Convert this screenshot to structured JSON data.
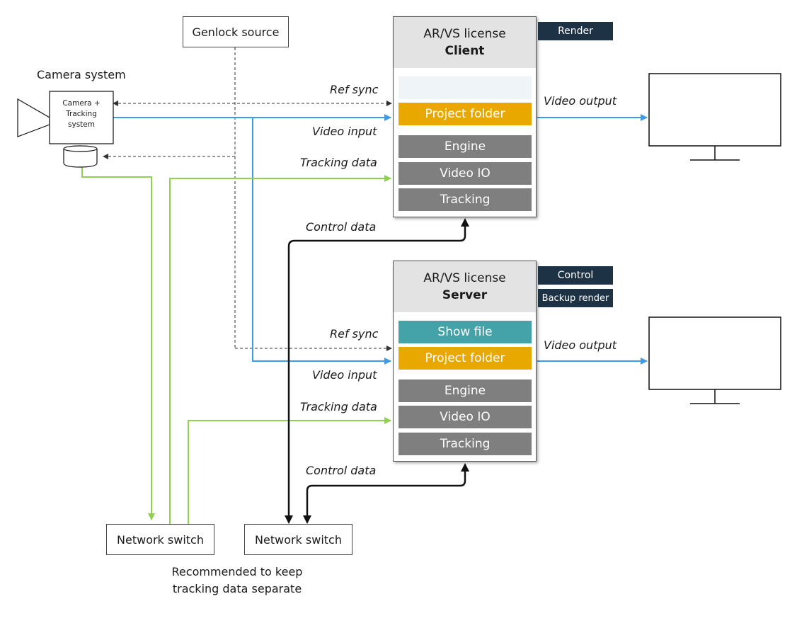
{
  "genlock": "Genlock source",
  "camera": {
    "title": "Camera system",
    "inner": [
      "Camera +",
      "Tracking",
      "system"
    ]
  },
  "client": {
    "head_line1": "AR/VS license",
    "head_line2": "Client",
    "tags": [
      "Render"
    ],
    "bars": [
      "",
      "Project folder",
      "Engine",
      "Video IO",
      "Tracking"
    ]
  },
  "server": {
    "head_line1": "AR/VS license",
    "head_line2": "Server",
    "tags": [
      "Control",
      "Backup render"
    ],
    "bars": [
      "Show file",
      "Project folder",
      "Engine",
      "Video IO",
      "Tracking"
    ]
  },
  "labels": {
    "ref_sync": "Ref sync",
    "video_input": "Video input",
    "tracking_data": "Tracking data",
    "control_data": "Control data",
    "video_output": "Video output"
  },
  "switches": [
    "Network switch",
    "Network switch"
  ],
  "note": [
    "Recommended to keep",
    "tracking data separate"
  ],
  "colors": {
    "video": "#3d9be9",
    "tracking": "#8fd14f",
    "control": "#111111",
    "sync": "#333333",
    "tag_bg": "#1e3246",
    "project_folder": "#e8a800",
    "show_file": "#44a3a8",
    "module": "#7f7f7f"
  }
}
